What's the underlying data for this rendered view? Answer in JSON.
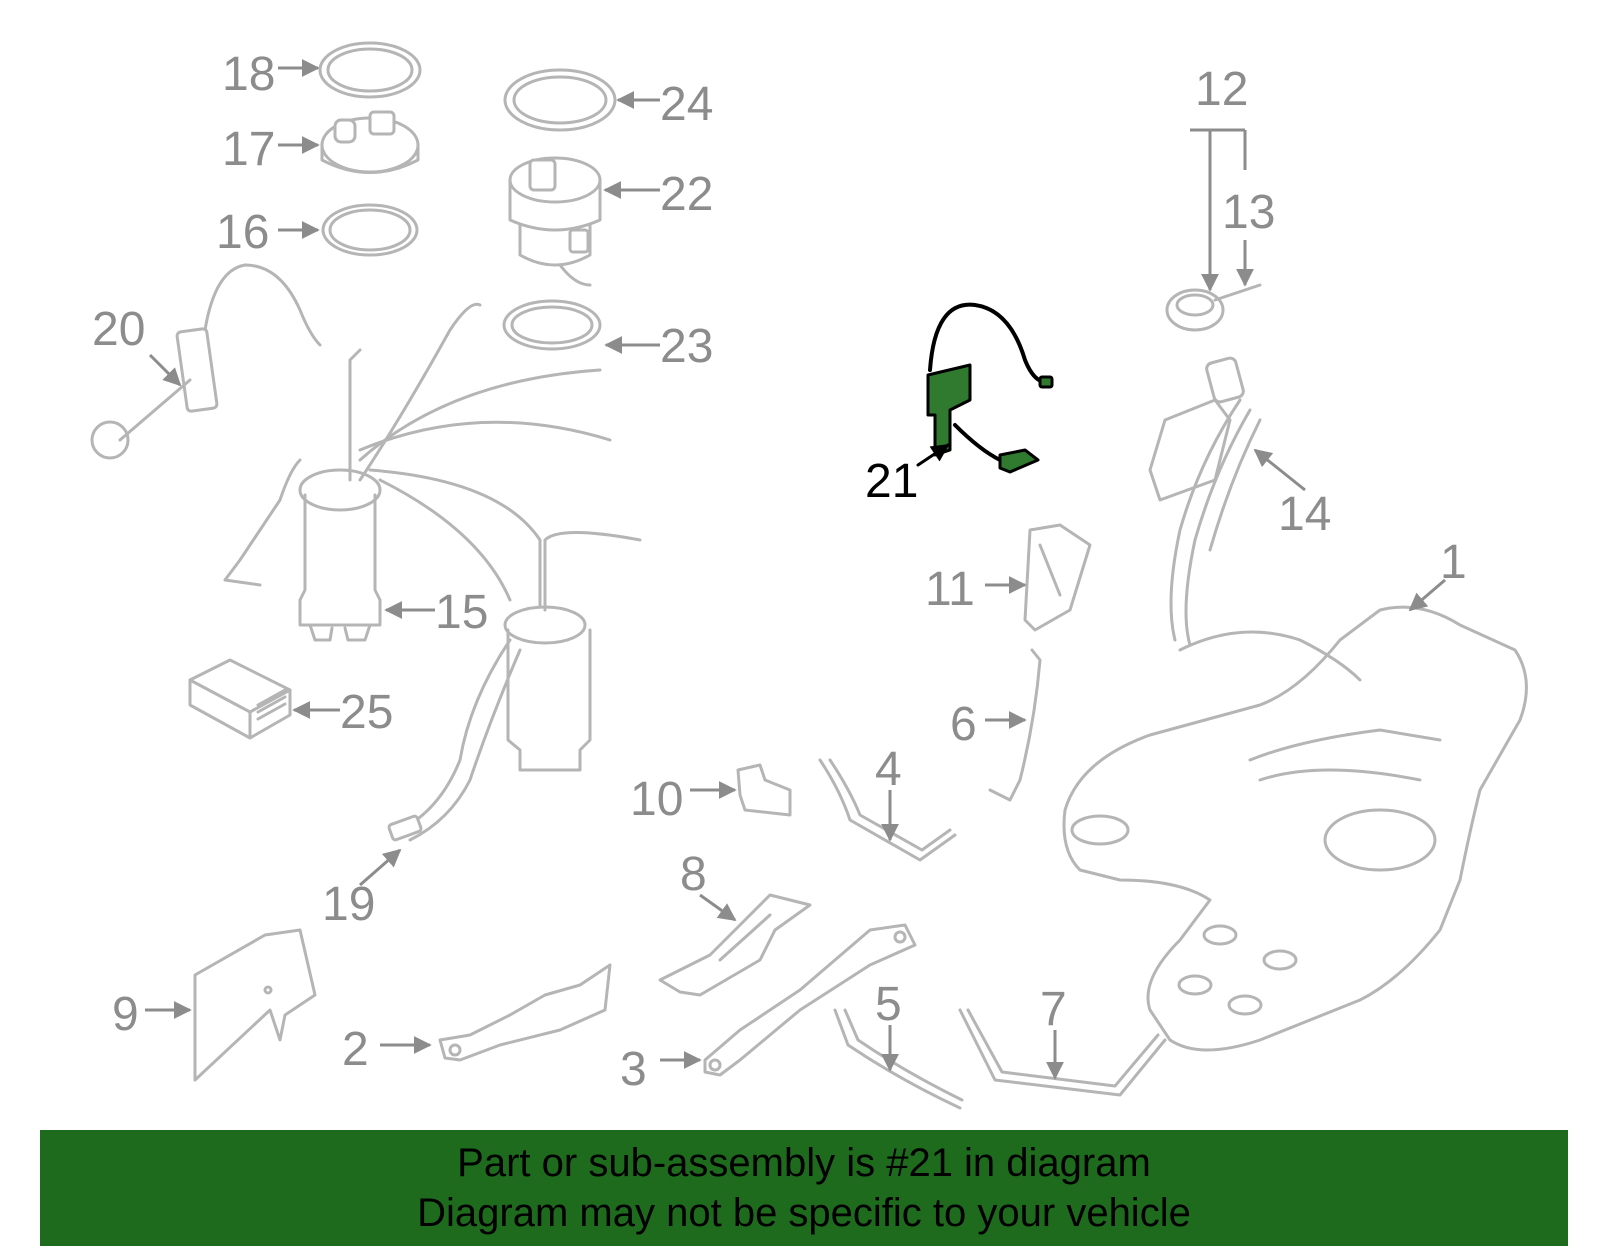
{
  "callouts": {
    "c1": "1",
    "c2": "2",
    "c3": "3",
    "c4": "4",
    "c5": "5",
    "c6": "6",
    "c7": "7",
    "c8": "8",
    "c9": "9",
    "c10": "10",
    "c11": "11",
    "c12": "12",
    "c13": "13",
    "c14": "14",
    "c15": "15",
    "c16": "16",
    "c17": "17",
    "c18": "18",
    "c19": "19",
    "c20": "20",
    "c21": "21",
    "c22": "22",
    "c23": "23",
    "c24": "24",
    "c25": "25"
  },
  "highlighted_part": "21",
  "banner": {
    "line1": "Part or sub-assembly is #21 in diagram",
    "line2": "Diagram may not be specific to your vehicle"
  },
  "colors": {
    "banner_bg": "#1e6b1e",
    "highlight": "#2f7a2f",
    "part_stroke": "#b5b5b5",
    "callout_text": "#8c8c8c"
  }
}
